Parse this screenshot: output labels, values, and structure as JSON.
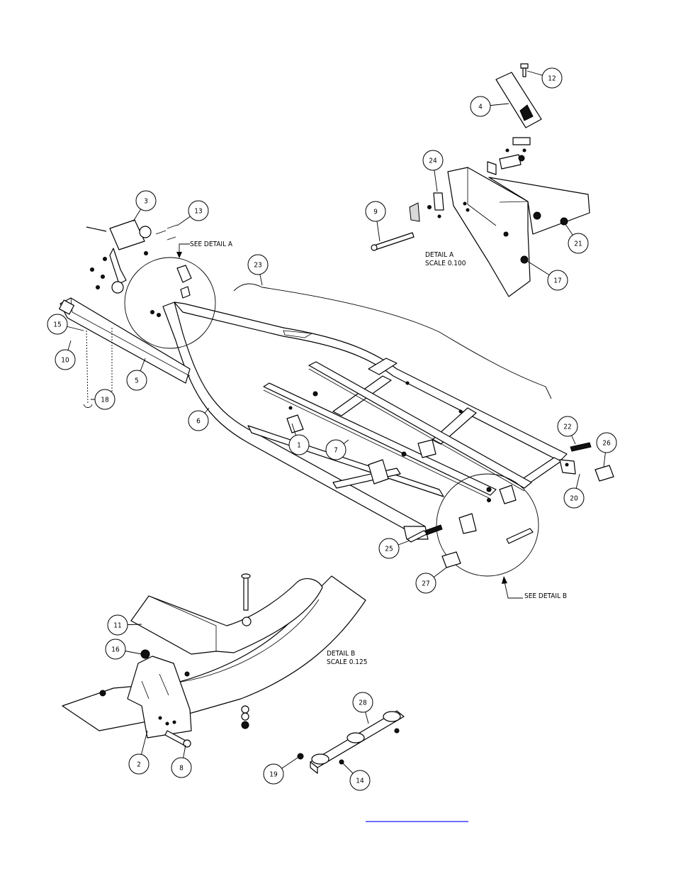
{
  "callouts": [
    {
      "id": "c1",
      "label": "1"
    },
    {
      "id": "c2",
      "label": "2"
    },
    {
      "id": "c3",
      "label": "3"
    },
    {
      "id": "c4",
      "label": "4"
    },
    {
      "id": "c5",
      "label": "5"
    },
    {
      "id": "c6",
      "label": "6"
    },
    {
      "id": "c7",
      "label": "7"
    },
    {
      "id": "c8",
      "label": "8"
    },
    {
      "id": "c9",
      "label": "9"
    },
    {
      "id": "c10",
      "label": "10"
    },
    {
      "id": "c11",
      "label": "11"
    },
    {
      "id": "c12",
      "label": "12"
    },
    {
      "id": "c13",
      "label": "13"
    },
    {
      "id": "c14",
      "label": "14"
    },
    {
      "id": "c15",
      "label": "15"
    },
    {
      "id": "c16",
      "label": "16"
    },
    {
      "id": "c17",
      "label": "17"
    },
    {
      "id": "c18",
      "label": "18"
    },
    {
      "id": "c19",
      "label": "19"
    },
    {
      "id": "c20",
      "label": "20"
    },
    {
      "id": "c21",
      "label": "21"
    },
    {
      "id": "c22",
      "label": "22"
    },
    {
      "id": "c23",
      "label": "23"
    },
    {
      "id": "c24",
      "label": "24"
    },
    {
      "id": "c25",
      "label": "25"
    },
    {
      "id": "c26",
      "label": "26"
    },
    {
      "id": "c27",
      "label": "27"
    },
    {
      "id": "c28",
      "label": "28"
    }
  ],
  "notes": {
    "see_detail_a": "SEE DETAIL  A",
    "see_detail_b": "SEE DETAIL  B",
    "detail_a_title": "DETAIL  A",
    "detail_a_scale": "SCALE  0.100",
    "detail_b_title": "DETAIL  B",
    "detail_b_scale": "SCALE  0.125"
  },
  "colors": {
    "ink": "#000000",
    "link_underline": "#1a1aff"
  }
}
